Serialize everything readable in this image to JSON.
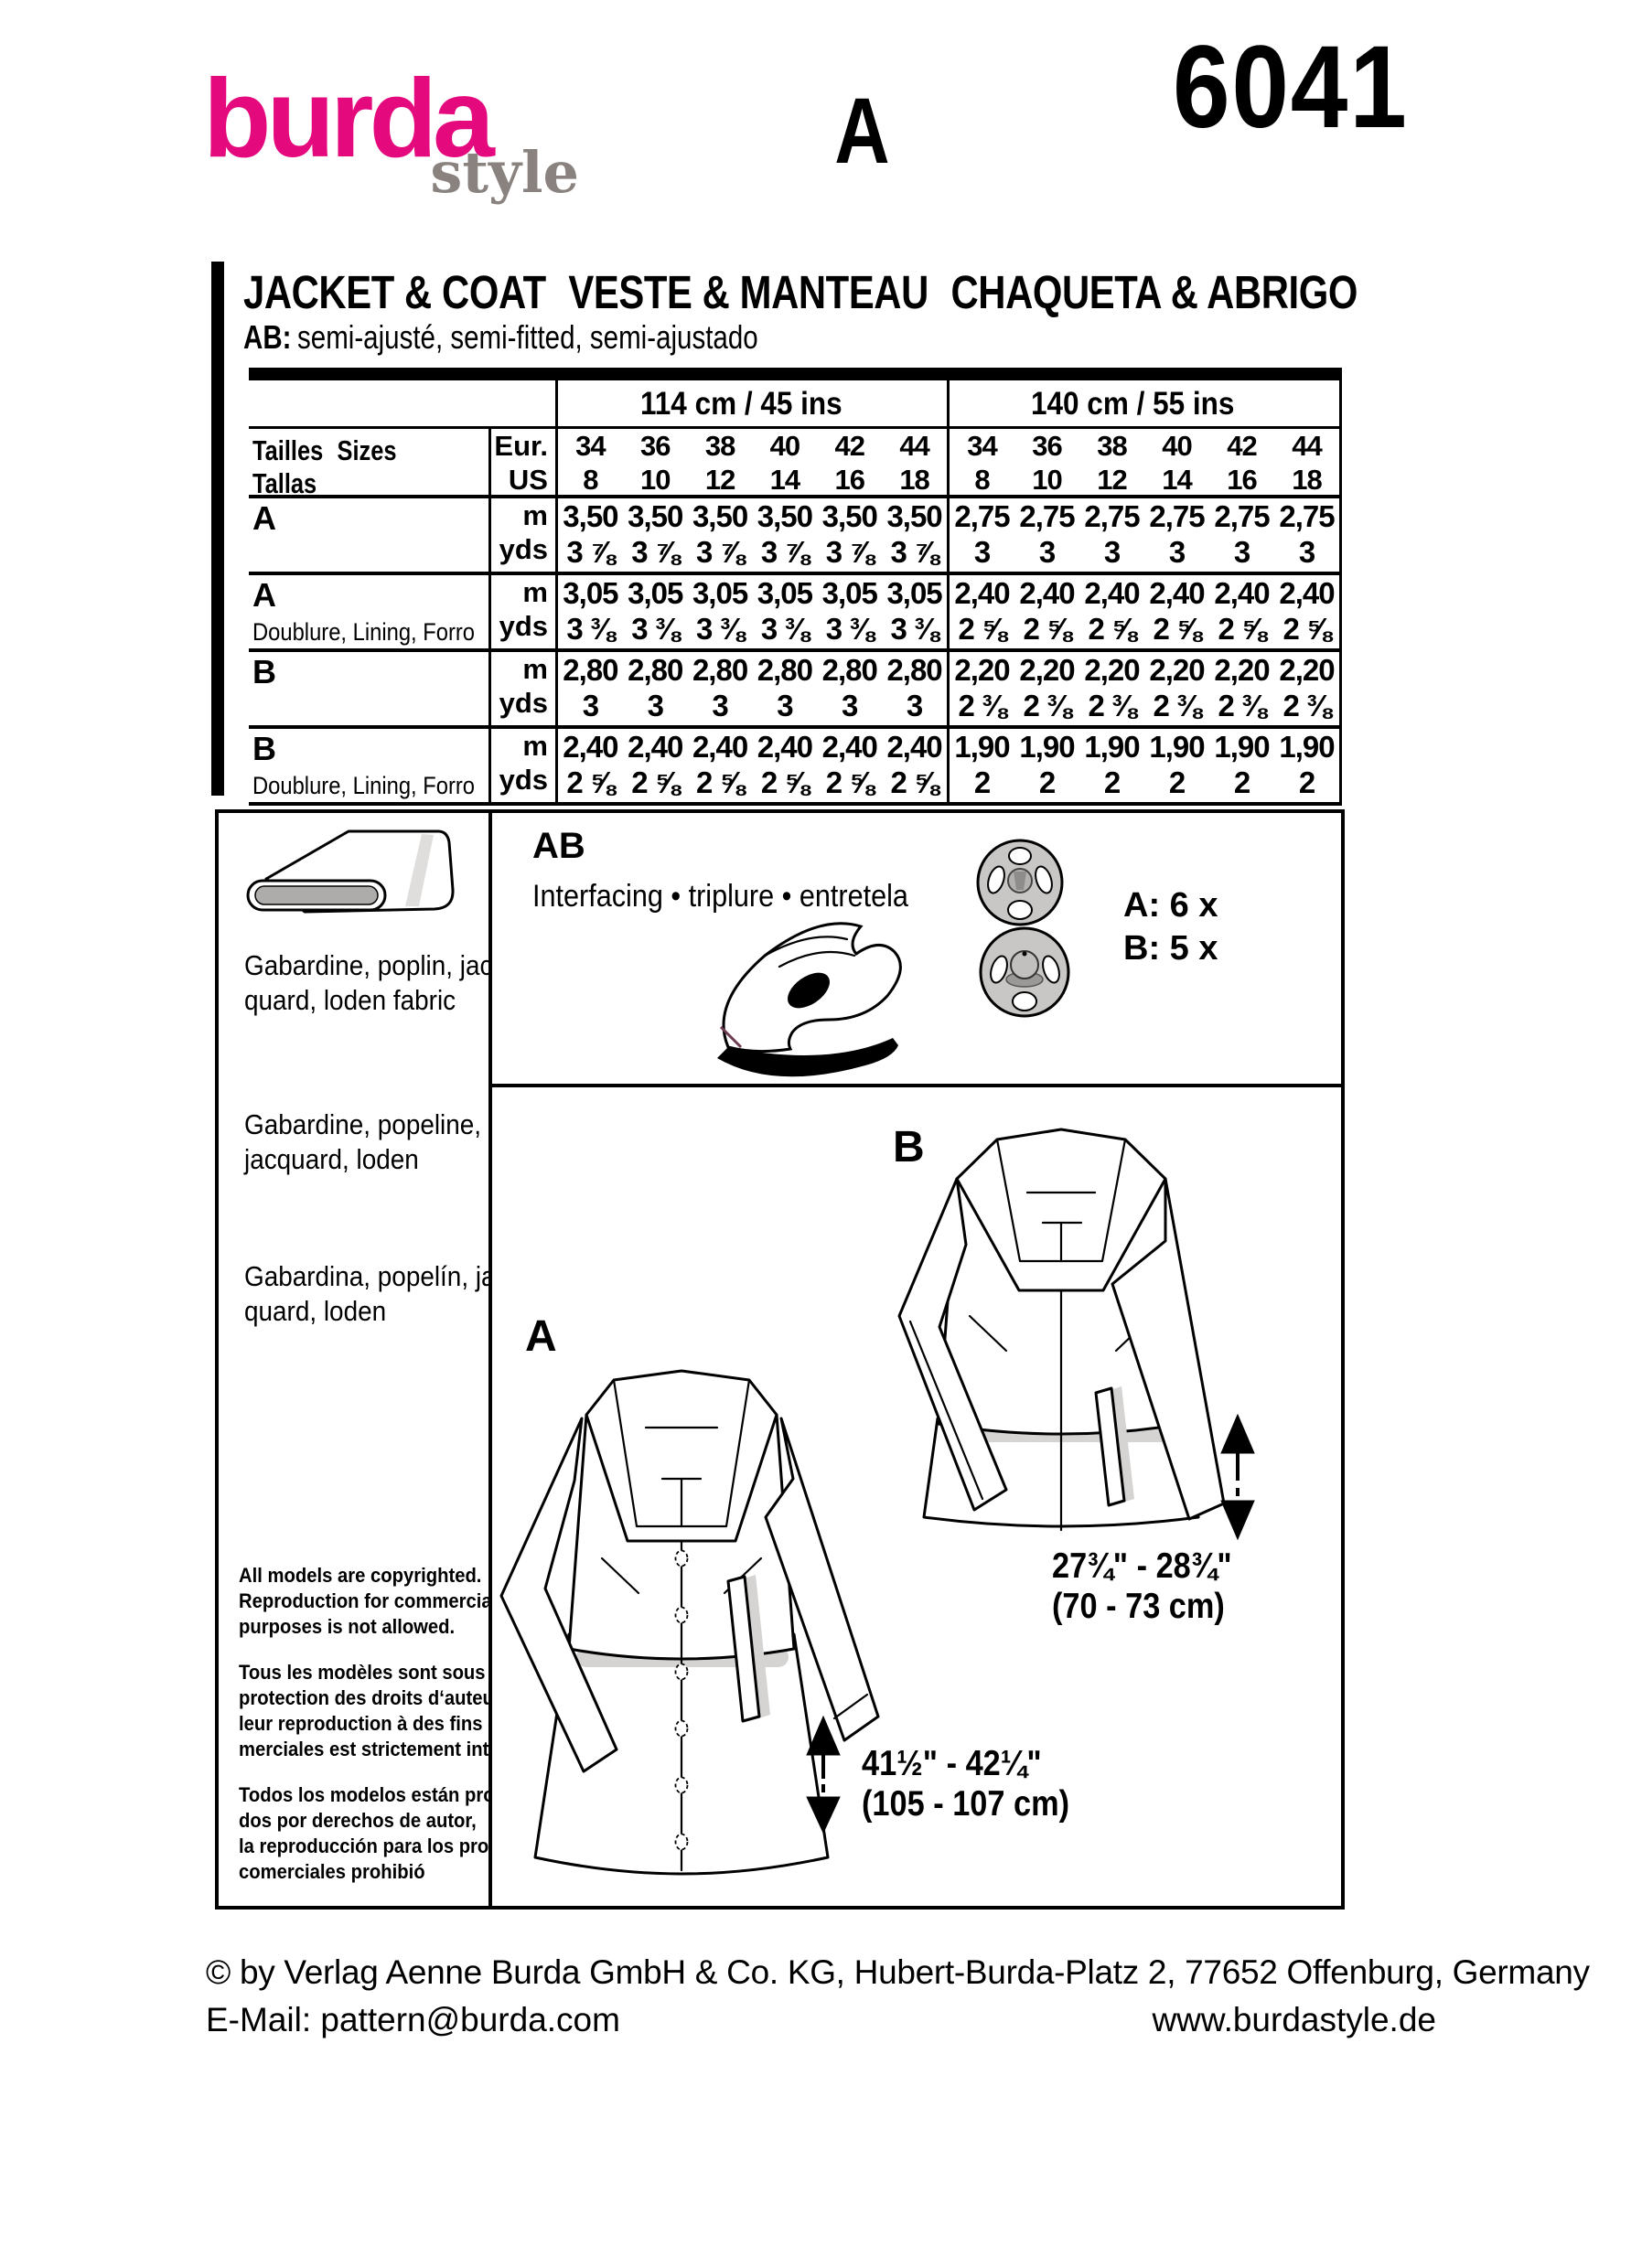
{
  "brand": {
    "logo_main": "burda",
    "logo_sub": "style",
    "view_letter": "A",
    "pattern_number": "6041"
  },
  "heading": {
    "titles": [
      "JACKET & COAT",
      "VESTE & MANTEAU",
      "CHAQUETA & ABRIGO"
    ],
    "fit_label": "AB:",
    "fit_text": "semi-ajusté, semi-fitted, semi-ajustado"
  },
  "size_table": {
    "width_groups": [
      "114 cm / 45 ins",
      "140 cm / 55 ins"
    ],
    "sizes_heading": "Tailles Sizes Tallas",
    "eur_label": "Eur.",
    "us_label": "US",
    "eur_sizes": [
      "34",
      "36",
      "38",
      "40",
      "42",
      "44"
    ],
    "us_sizes": [
      "8",
      "10",
      "12",
      "14",
      "16",
      "18"
    ],
    "unit_m": "m",
    "unit_yds": "yds",
    "rows": [
      {
        "label": "A",
        "sublabel": "",
        "m": [
          "3,50",
          "2,75"
        ],
        "yds": [
          "3 ⅞",
          "3"
        ]
      },
      {
        "label": "A",
        "sublabel": "Doublure, Lining, Forro",
        "m": [
          "3,05",
          "2,40"
        ],
        "yds": [
          "3 ⅜",
          "2 ⅝"
        ]
      },
      {
        "label": "B",
        "sublabel": "",
        "m": [
          "2,80",
          "2,20"
        ],
        "yds": [
          "3",
          "2 ⅜"
        ]
      },
      {
        "label": "B",
        "sublabel": "Doublure, Lining, Forro",
        "m": [
          "2,40",
          "1,90"
        ],
        "yds": [
          "2 ⅝",
          "2"
        ]
      }
    ]
  },
  "fabrics": {
    "en": [
      "Gabardine, poplin, jac-",
      "quard, loden fabric"
    ],
    "fr": [
      "Gabardine, popeline,",
      "jacquard, loden"
    ],
    "es": [
      "Gabardina, popelín, jac-",
      "quard, loden"
    ]
  },
  "copyright": {
    "en": [
      "All models are copyrighted.",
      "Reproduction for commercial",
      "purposes is not allowed."
    ],
    "fr": [
      "Tous les modèles sont sous la",
      "protection des droits d‘auteur,",
      "leur reproduction à des fins com-",
      "merciales est strictement interdite."
    ],
    "es": [
      "Todos los modelos están protegi-",
      "dos por derechos de autor,",
      "la reproducción para los propósitos",
      "comerciales prohibió"
    ]
  },
  "notions": {
    "group_label": "AB",
    "interfacing_text": "Interfacing • triplure • entretela",
    "snap_count_a": "A: 6 x",
    "snap_count_b": "B: 5 x"
  },
  "views": {
    "label_a": "A",
    "label_b": "B",
    "measure_b_line1": "27¾\" - 28¾\"",
    "measure_b_line2": "(70 - 73 cm)",
    "measure_a_line1": "41½\" - 42¼\"",
    "measure_a_line2": "(105 - 107 cm)"
  },
  "footer": {
    "publisher": "© by Verlag Aenne Burda GmbH & Co. KG, Hubert-Burda-Platz 2, 77652 Offenburg, Germany",
    "email": "E-Mail: pattern@burda.com",
    "website": "www.burdastyle.de"
  },
  "colors": {
    "brand_pink": "#E5097E",
    "logo_sub_gray": "#8A827E",
    "shadow_gray": "#D6D4D2"
  }
}
